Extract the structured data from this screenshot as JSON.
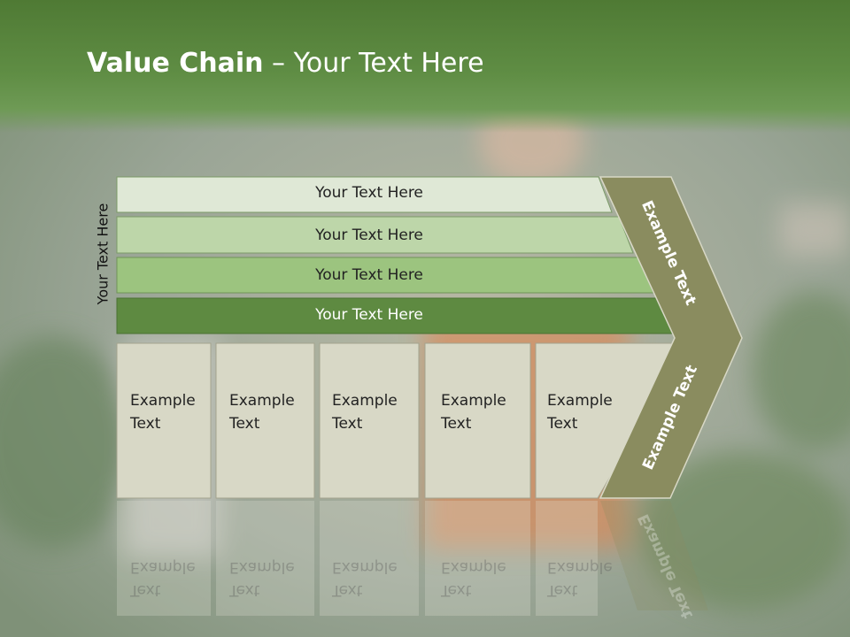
{
  "slide": {
    "title_bold": "Value Chain",
    "title_rest": " – Your Text Here",
    "vertical_label": "Your Text Here"
  },
  "bars": [
    {
      "label": "Your Text Here",
      "color": "#dfe8d6"
    },
    {
      "label": "Your Text Here",
      "color": "#bdd6a9"
    },
    {
      "label": "Your Text Here",
      "color": "#9cc47f"
    },
    {
      "label": "Your Text Here",
      "color": "#5e8a41"
    }
  ],
  "boxes": [
    {
      "line1": "Example",
      "line2": "Text"
    },
    {
      "line1": "Example",
      "line2": "Text"
    },
    {
      "line1": "Example",
      "line2": "Text"
    },
    {
      "line1": "Example",
      "line2": "Text"
    },
    {
      "line1": "Example",
      "line2": "Text"
    }
  ],
  "chevron": {
    "upper_label": "Example Text",
    "lower_label": "Example Text",
    "color": "#8a8c5f"
  },
  "colors": {
    "box_fill": "#d8d8c6",
    "header": "#5a8a3f"
  }
}
